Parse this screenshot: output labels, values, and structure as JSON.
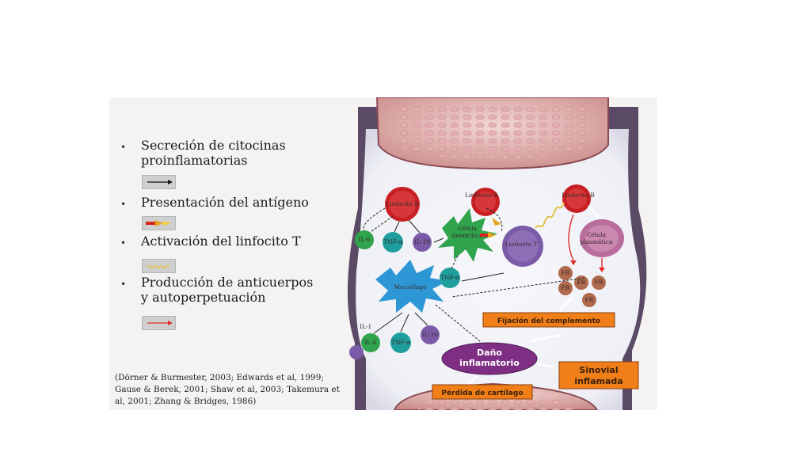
{
  "legend": {
    "items": [
      {
        "text": "Secreción de citocinas",
        "text2": "proinflamatorias"
      },
      {
        "text": "Presentación del antígeno",
        "text2": ""
      },
      {
        "text": "Activación del linfocito T",
        "text2": ""
      },
      {
        "text": "Producción de anticuerpos",
        "text2": "y autoperpetuación"
      }
    ],
    "colors": {
      "secretion": "#111111",
      "presentation": "#e8a21c",
      "activation": "#e2c24a",
      "production": "#e02a2a"
    }
  },
  "citation": {
    "lines": [
      "(Dörner & Burmester, 2003; Edwards et al, 1999;",
      "Gause & Berek, 2001; Shaw et al, 2003; Takemura et",
      "al, 2001; Zhang & Bridges, 1986)"
    ]
  },
  "diagram": {
    "cells": {
      "linfocito_b1": "Linfocito B",
      "linfocito_b2": "Linfocito B",
      "linfocito_b3": "Linfocito B",
      "celula_dendritica_1": "Célula",
      "celula_dendritica_2": "dendrítica",
      "linfocito_t": "Linfocito T",
      "celula_plasmatica_1": "Célula",
      "celula_plasmatica_2": "plasmática",
      "macrofago": "Macrófago"
    },
    "cytokines": {
      "il6_a": "IL-6",
      "tnf_a": "TNF-α",
      "il10_a": "IL-10",
      "tnf_b": "TNF-α",
      "il1": "IL-1",
      "il6_b": "IL-6",
      "tnf_c": "TNF-α",
      "il10_b": "IL-10"
    },
    "fr": {
      "a": "FR",
      "b": "FR",
      "c": "FR",
      "d": "FR",
      "e": "FR"
    },
    "boxes": {
      "fijacion": "Fijación del complemento",
      "dano_1": "Daño",
      "dano_2": "inflamatorio",
      "sinovial_1": "Sinovial",
      "sinovial_2": "inflamada",
      "perdida": "Pérdida de cartílago"
    }
  }
}
